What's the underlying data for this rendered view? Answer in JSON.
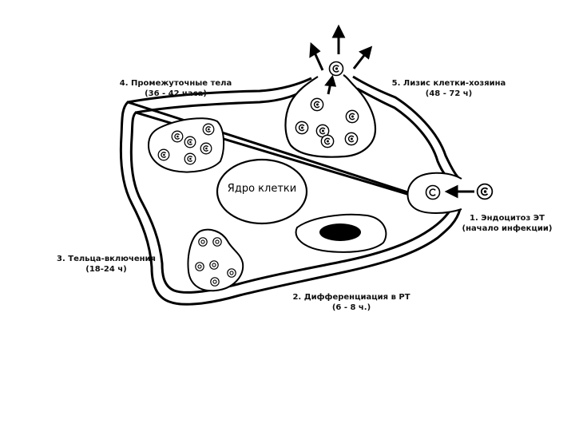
{
  "stages": {
    "s4": {
      "title": "4. Промежуточные тела",
      "time": "(36 - 42 часа)"
    },
    "s5": {
      "title": "5. Лизис клетки-хозяина",
      "time": "(48 - 72 ч)"
    },
    "s1": {
      "title": "1. Эндоцитоз ЭТ",
      "time": "(начало инфекции)"
    },
    "s3": {
      "title": "3. Тельца-включения",
      "time": "(18-24 ч)"
    },
    "s2": {
      "title": "2. Дифференциация в РТ",
      "time": "(6 - 8 ч.)"
    }
  },
  "nucleus": {
    "label": "Ядро клетки"
  },
  "colors": {
    "stroke": "#000000",
    "background": "#ffffff"
  }
}
